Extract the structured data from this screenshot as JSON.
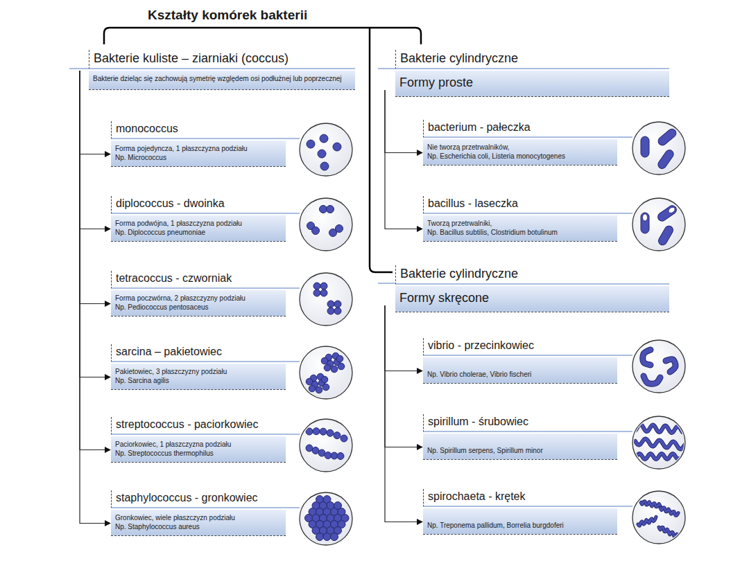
{
  "diagram": {
    "title": "Kształty komórek bakterii",
    "nodes": [
      {
        "text": [
          "Bakterie kuliste – ziarniaki (coccus)",
          "Bakterie dzieląc się zachowują symetrię względem osi podłużnej lub poprzecznej"
        ]
      },
      {
        "text": [
          "monococcus",
          "Forma pojedyncza, 1 płaszczyzna podziału",
          "Np. Micrococcus"
        ]
      },
      {
        "text": [
          "diplococcus - dwoinka",
          "Forma podwójna, 1 płaszczyzna podziału",
          "Np. Diplococcus pneumoniae"
        ]
      },
      {
        "text": [
          "tetracoccus - czworniak",
          "Forma poczwórna, 2 płaszczyzny podziału",
          "Np. Pediococcus pentosaceus"
        ]
      },
      {
        "text": [
          "sarcina – pakietowiec",
          "Pakietowiec, 3 płaszczyzny podziału",
          "Np. Sarcina agilis"
        ]
      },
      {
        "text": [
          "streptococcus - paciorkowiec",
          "Paciorkowiec, 1 płaszczyzna podziału",
          "Np. Streptococcus thermophilus"
        ]
      },
      {
        "text": [
          "staphylococcus - gronkowiec",
          "Gronkowiec, wiele płaszczyzn podziału",
          "Np. Staphylococcus aureus"
        ]
      },
      {
        "text": [
          "Bakterie cylindryczne",
          "Formy proste"
        ]
      },
      {
        "text": [
          "bacterium - pałeczka",
          "Nie tworzą przetrwalników,",
          "Np. Escherichia coli, Listeria monocytogenes"
        ]
      },
      {
        "text": [
          "bacillus - laseczka",
          "Tworzą przetrwalniki,",
          "Np. Bacillus subtilis, Clostridium botulinum"
        ]
      },
      {
        "text": [
          "Bakterie cylindryczne",
          "Formy skręcone"
        ]
      },
      {
        "text": [
          "vibrio - przecinkowiec",
          "Np. Vibrio cholerae, Vibrio fischeri"
        ]
      },
      {
        "text": [
          "spirillum - śrubowiec",
          "Np. Spirillum serpens, Spirillum minor"
        ]
      },
      {
        "text": [
          "spirochaeta - krętek",
          "Np. Treponema pallidum, Borrelia burgdoferi"
        ]
      }
    ],
    "edges": [
      {
        "from": 0,
        "to": 1,
        "arrow": "to"
      },
      {
        "from": 0,
        "to": 2,
        "arrow": "to"
      },
      {
        "from": 0,
        "to": 3,
        "arrow": "to"
      },
      {
        "from": 0,
        "to": 4,
        "arrow": "to"
      },
      {
        "from": 0,
        "to": 5,
        "arrow": "to"
      },
      {
        "from": 0,
        "to": 6,
        "arrow": "to"
      },
      {
        "from": 7,
        "to": 8,
        "arrow": "to"
      },
      {
        "from": 7,
        "to": 9,
        "arrow": "to"
      },
      {
        "from": 10,
        "to": 11,
        "arrow": "to"
      },
      {
        "from": 10,
        "to": 12,
        "arrow": "to"
      },
      {
        "from": 10,
        "to": 13,
        "arrow": "to"
      }
    ]
  }
}
